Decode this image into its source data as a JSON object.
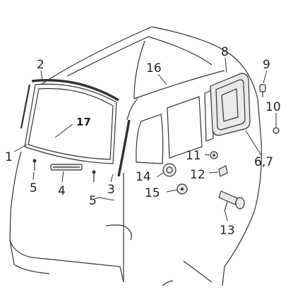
{
  "diagram": {
    "callouts": {
      "c1": "1",
      "c2": "2",
      "c3": "3",
      "c4": "4",
      "c5a": "5",
      "c5b": "5",
      "c6_7": "6,7",
      "c8": "8",
      "c9": "9",
      "c10": "10",
      "c11": "11",
      "c12": "12",
      "c13": "13",
      "c14": "14",
      "c15": "15",
      "c16": "16",
      "c17": "17"
    }
  }
}
